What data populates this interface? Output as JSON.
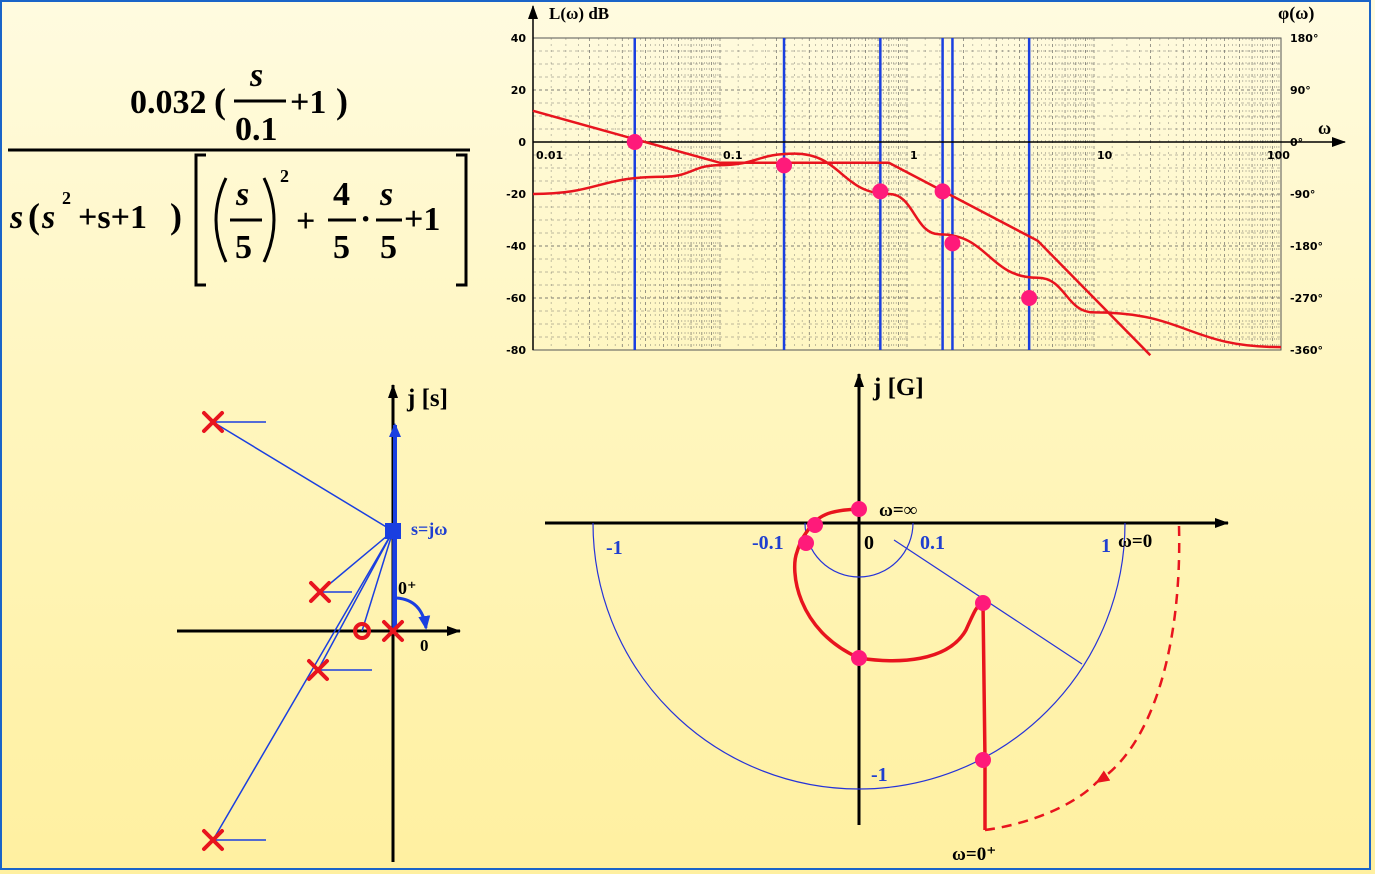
{
  "transfer_function": {
    "gain": "0.032",
    "numerator_s": "s",
    "numerator_den": "0.1",
    "plus_one": "+1",
    "den_s": "s",
    "den_s2": "s",
    "den_sq_exp": "2",
    "den_terms": "+s+1",
    "den_inner_s": "s",
    "den_inner_5": "5",
    "den_sq": "2",
    "den_plus": "+",
    "den_four": "4",
    "den_five_a": "5",
    "den_dot": "·",
    "den_s3": "s",
    "den_five_b": "5",
    "den_tail": "+1",
    "lparen": "(",
    "rparen": ")"
  },
  "bode": {
    "y_label": "L(ω)  dB",
    "phase_label": "φ(ω)",
    "omega_label": "ω",
    "db_ticks": [
      "40",
      "20",
      "0",
      "-20",
      "-40",
      "-60",
      "-80"
    ],
    "phase_ticks": [
      "180°",
      "90°",
      "0°",
      "-90°",
      "-180°",
      "-270°",
      "-360°"
    ],
    "freq_ticks": [
      "0.01",
      "0.1",
      "1",
      "10",
      "100"
    ],
    "colors": {
      "curve": "#e8141e",
      "marker": "#ff1a7a",
      "vline": "#1a3fe0",
      "grid": "#555555"
    }
  },
  "s_plane": {
    "axis_label": "j  [s]",
    "point_label": "s=jω",
    "angle_label": "0⁺",
    "origin_label": "0"
  },
  "nyquist": {
    "axis_label": "j  [G]",
    "omega_inf": "ω=∞",
    "omega_zero": "ω=0",
    "omega_zero_plus": "ω=0⁺",
    "labels": {
      "minus_one_left": "-1",
      "minus_point_one": "-0.1",
      "zero": "0",
      "point_one": "0.1",
      "one": "1",
      "minus_one_bottom": "-1"
    }
  },
  "chart_data": {
    "type": "line",
    "x_scale": "log",
    "xlim": [
      0.01,
      100
    ],
    "ylim_db": [
      -80,
      40
    ],
    "ylim_phase_deg": [
      -360,
      180
    ],
    "grid": true,
    "series": [
      {
        "x": [
          0.01,
          0.05,
          0.1,
          0.8,
          5,
          20
        ],
        "values": [
          12,
          -2,
          -8,
          -8,
          -38,
          -82
        ]
      },
      {
        "x": [
          0.01,
          0.05,
          0.1,
          0.25,
          0.8,
          1.5,
          5,
          10,
          100
        ],
        "values": [
          -90,
          -60,
          -40,
          -20,
          -90,
          -160,
          -235,
          -295,
          -355
        ]
      }
    ],
    "markers": [
      {
        "x": 0.035,
        "db": 0
      },
      {
        "x": 0.22,
        "db": -9
      },
      {
        "x": 0.72,
        "db": -19
      },
      {
        "x": 1.55,
        "db": -19
      },
      {
        "x": 1.75,
        "db": -39
      },
      {
        "x": 4.5,
        "db": -60
      }
    ],
    "vertical_lines_x": [
      0.035,
      0.22,
      0.72,
      1.55,
      1.75,
      4.5
    ]
  }
}
